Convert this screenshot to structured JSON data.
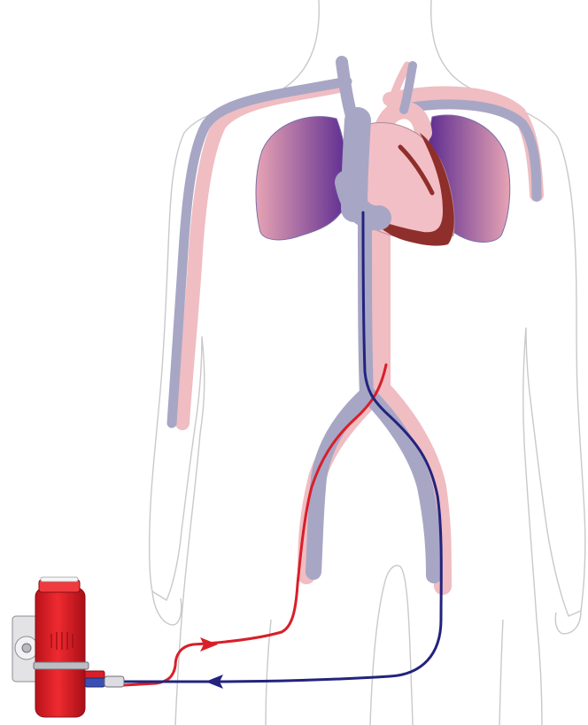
{
  "colors": {
    "background": "#ffffff",
    "outline": "#c9c9c9",
    "artery_light": "#efbdc2",
    "vein_light": "#a7a6c5",
    "lung_purple": "#5e2d91",
    "lung_pink": "#e7a4b4",
    "heart_pink": "#f3bfc6",
    "heart_muscle": "#8e2f2b",
    "cannula_red": "#d81f2a",
    "cannula_blue": "#23237e",
    "pump_red": "#e41e26",
    "pump_metal": "#c9c9c9"
  },
  "icons": {
    "body": "human-torso-outline",
    "pump": "ecmo-pump-unit",
    "flow_out": "arrow-right-red",
    "flow_in": "arrow-left-blue"
  }
}
